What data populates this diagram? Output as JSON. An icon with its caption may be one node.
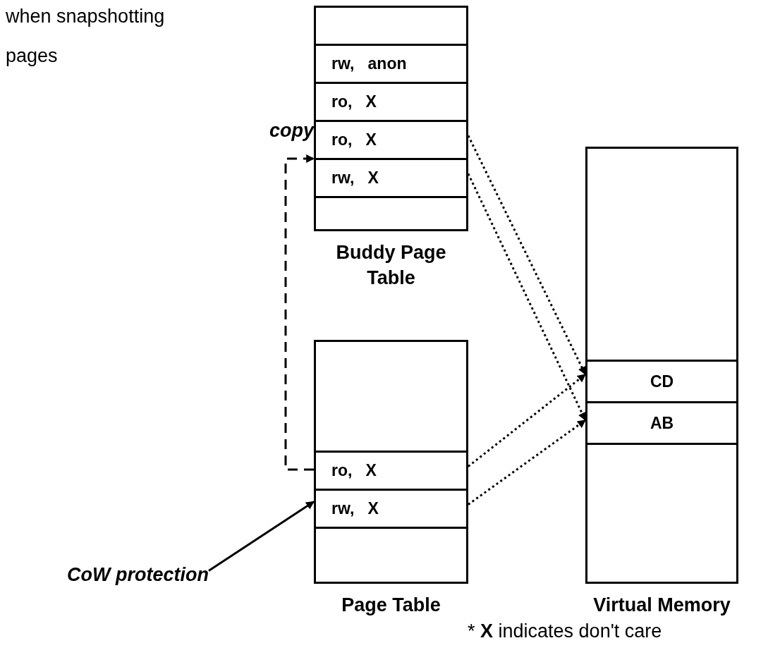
{
  "diagram": {
    "nodes": [
      {
        "text": [
          "Buddy Page Table"
        ]
      },
      {
        "text": [],
        "shape": "box",
        "in": 0
      },
      {
        "text": [
          "rw, anon"
        ],
        "in": 0
      },
      {
        "text": [
          "ro, X"
        ],
        "in": 0
      },
      {
        "text": [
          "ro, X"
        ],
        "in": 0
      },
      {
        "text": [
          "rw, X"
        ],
        "in": 0
      },
      {
        "text": [],
        "shape": "box",
        "in": 0
      },
      {
        "text": [
          "Page Table"
        ]
      },
      {
        "text": [],
        "shape": "box",
        "in": 7
      },
      {
        "text": [
          "ro, X"
        ],
        "in": 7
      },
      {
        "text": [
          "rw, X"
        ],
        "in": 7
      },
      {
        "text": [],
        "shape": "box",
        "in": 7
      },
      {
        "text": [
          "Virtual Memory"
        ]
      },
      {
        "text": [],
        "shape": "box",
        "in": 12
      },
      {
        "text": [
          "CD"
        ],
        "in": 12
      },
      {
        "text": [
          "AB"
        ],
        "in": 12
      },
      {
        "text": [],
        "shape": "box",
        "in": 12
      },
      {
        "text": [
          "CoW protection"
        ]
      }
    ],
    "edges": [
      {
        "from": 7,
        "to": 0,
        "arrow": "to",
        "label": "copy",
        "style": "dashed"
      },
      {
        "from": 4,
        "to": 14,
        "arrow": "to",
        "style": "dashed"
      },
      {
        "from": 5,
        "to": 15,
        "arrow": "to",
        "style": "dashed"
      },
      {
        "from": 9,
        "to": 14,
        "arrow": "to",
        "style": "dashed"
      },
      {
        "from": 10,
        "to": 15,
        "arrow": "to",
        "style": "dashed"
      },
      {
        "from": 17,
        "to": 10,
        "arrow": "to"
      }
    ],
    "labels": [
      "when snapshotting",
      "pages",
      "* **X** indicates don't care"
    ]
  }
}
